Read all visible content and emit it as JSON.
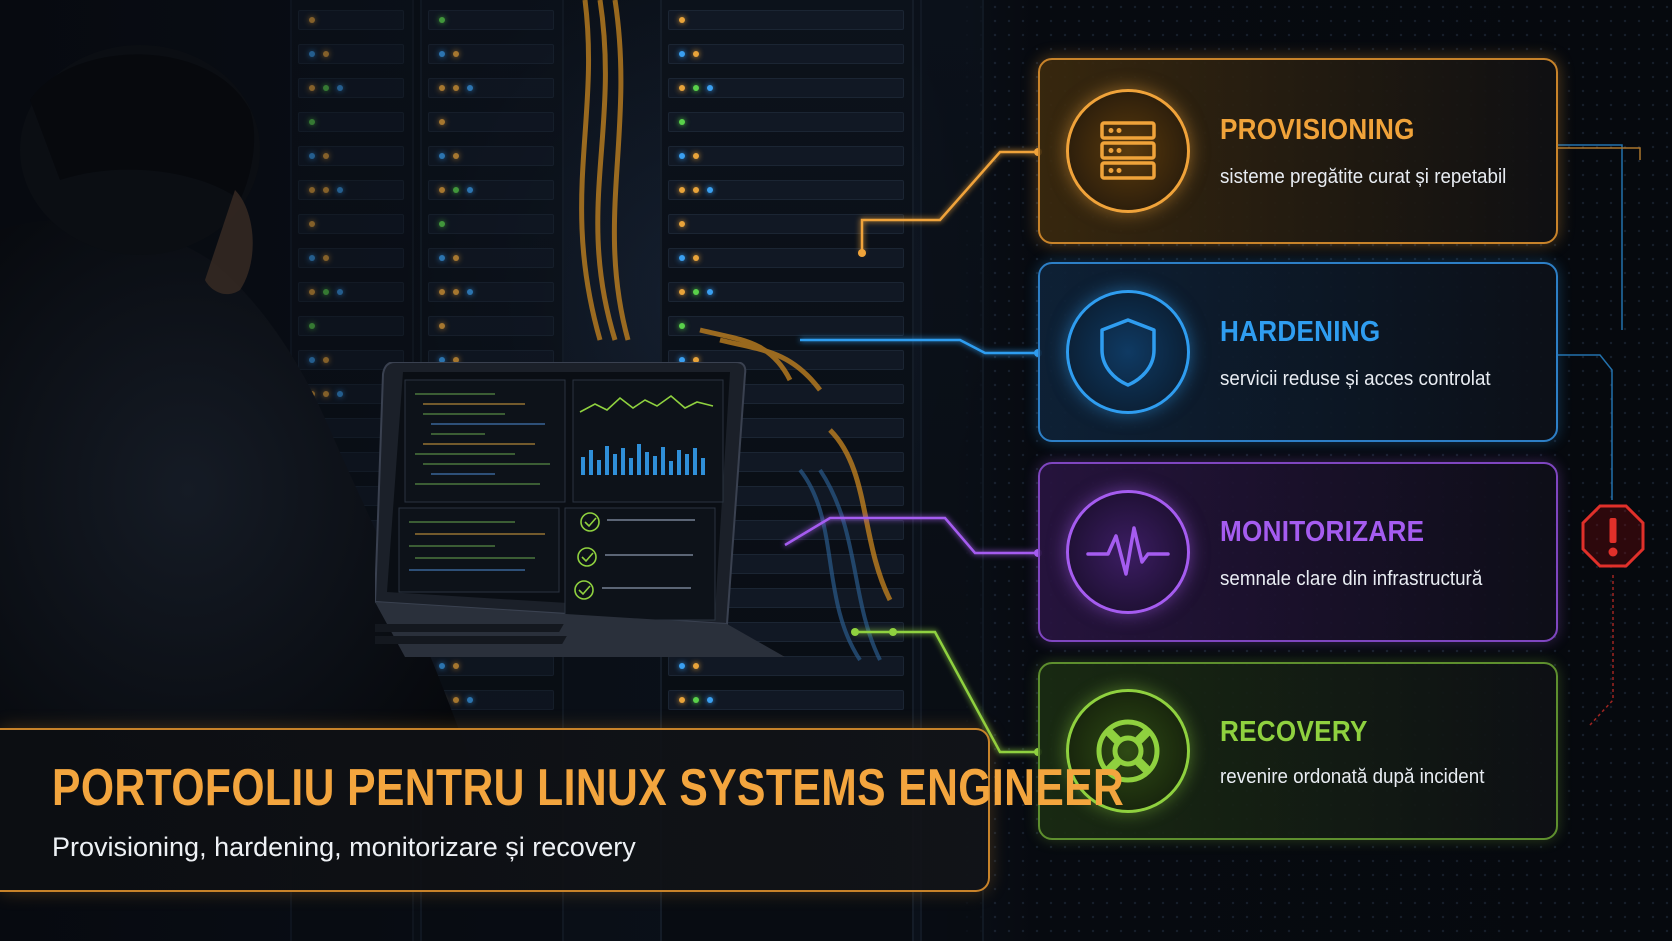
{
  "banner": {
    "title": "PORTOFOLIU PENTRU LINUX SYSTEMS ENGINEER",
    "subtitle": "Provisioning, hardening, monitorizare și recovery"
  },
  "cards": [
    {
      "title": "PROVISIONING",
      "description": "sisteme pregătite curat și repetabil",
      "icon": "server-stack-icon",
      "color": "#f0a33a"
    },
    {
      "title": "HARDENING",
      "description": "servicii reduse și acces controlat",
      "icon": "shield-icon",
      "color": "#2f9df0"
    },
    {
      "title": "MONITORIZARE",
      "description": "semnale clare din infrastructură",
      "icon": "heartbeat-icon",
      "color": "#a55cf0"
    },
    {
      "title": "RECOVERY",
      "description": "revenire ordonată după incident",
      "icon": "lifebuoy-icon",
      "color": "#8fd13f"
    }
  ],
  "alert": {
    "icon": "alert-octagon-icon",
    "color": "#e0302a"
  }
}
